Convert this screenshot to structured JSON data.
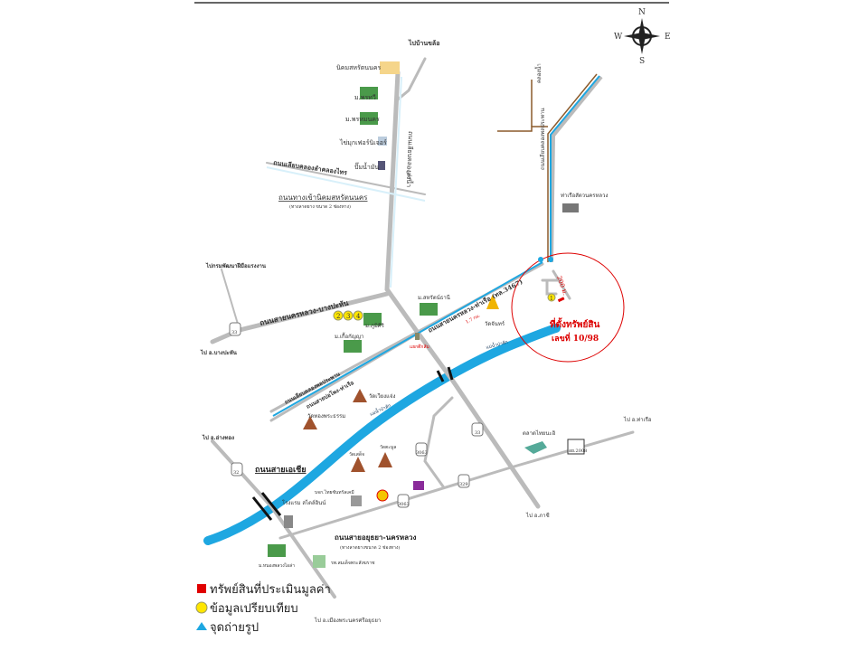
{
  "colors": {
    "river": "#1ea7e1",
    "road": "#bbbbbb",
    "canal_road": "#8b5a2b",
    "subject": "#e00000",
    "comparable": "#ffe600",
    "photo": "#1ea7e1"
  },
  "compass": {
    "n": "N",
    "e": "E",
    "s": "S",
    "w": "W"
  },
  "labels": {
    "to_ban": "ไปบ้านขล้อ",
    "nikhom": "นิคมสหรัตนนคร",
    "m_pornthawee": "ม.พรทวี",
    "m_prommanakorn": "ม.พรหมนคร",
    "furniture": "ไข่มุกเฟอร์นิเจอร์",
    "gas": "ปั๊มน้ำมัน",
    "rd_lam_khlong_sai": "ถนนเลียบคลองลำคลองไทร",
    "rd_canal_song_nam": "ถนนเลียบคลองส่งน้ำ",
    "rd_entrance": "ถนนทางเข้านิคมสหรัตนนคร",
    "rd_entrance_sub": "(ทางลาดยาง ขนาด 2 ช่องทาง)",
    "khlong": "คลองน้ำ",
    "rd_canal_right": "ถนนเลียบคลองพลประพาน",
    "pier": "ท่าเรือสัตวนครหลวง",
    "dist_200": "200 ม.",
    "subject_title": "ที่ตั้งทรัพย์สิน",
    "subject_no": "เลขที่ 10/98",
    "rd_nakhonluang_tharua": "ถนนสายนครหลวง-ท่าเรือ (ทล.3467)",
    "dist_17": "1.7 กม.",
    "wat_chan": "วัดจันทร์",
    "m_saharat": "ม.สหรัตน์ธานี",
    "junction": "แยกตึกส้ม",
    "to_dept": "ไปกรมพัฒนาฝีมือแรงงาน",
    "rd_bangpahan": "ถนนสายนครหลวง-บางปะหัน",
    "hw33": "33",
    "to_bangpahan": "ไป อ.บางปะหัน",
    "m_phumisiri": "ม.ภูมิศิริ",
    "m_kuakanya": "ม.เกื้อกัญญา",
    "rd_canal_pol": "ถนนเลียบคลองพลประพาน",
    "rd_bopong": "ถนนสายบ่อโพง-ท่าเรือ",
    "wat_wiang": "วัดเวียงแจ่ง",
    "wat_thong": "วัดทองพระธรรม",
    "river1": "แม่น้ำป่าสัก",
    "river2": "แม่น้ำป่าสัก",
    "to_angthong": "ไป อ.อ่างทอง",
    "hw32": "32",
    "rd_asia": "ถนนสายเอเชีย",
    "hotel": "โรงแรม สไตล์อินน์",
    "company": "บจก.ไทยซันทรัลเคมี",
    "wat_sadet": "วัดเสด็จ",
    "wat_tamul": "วัดตะมูล",
    "hw3063a": "3063",
    "hw3063b": "3063",
    "hw329": "329",
    "rd_ayutthaya": "ถนนสายอยุธยา-นครหลวง",
    "rd_ayutthaya_sub": "(ทางลาดยางขนาด 2 ช่องทาง)",
    "m_nongpluang": "ม.หนองพลวงไอล่า",
    "hospital": "รพ.สมเด็จพระสังฆราช",
    "to_ayutthaya": "ไป อ.เมืองพระนครศรีอยุธยา",
    "market": "ตลาดไทยนะอิ",
    "ay2008": "อย.2008",
    "to_tharua": "ไป อ.ท่าเรือ",
    "hw33b": "33",
    "to_phachi": "ไป อ.ภาชี"
  },
  "markers": {
    "m1": "1",
    "m2": "2",
    "m3": "3",
    "m4": "4"
  },
  "legend": [
    {
      "label": "ทรัพย์สินที่ประเมินมูลค่า"
    },
    {
      "label": "ข้อมูลเปรียบเทียบ"
    },
    {
      "label": "จุดถ่ายรูป"
    }
  ]
}
